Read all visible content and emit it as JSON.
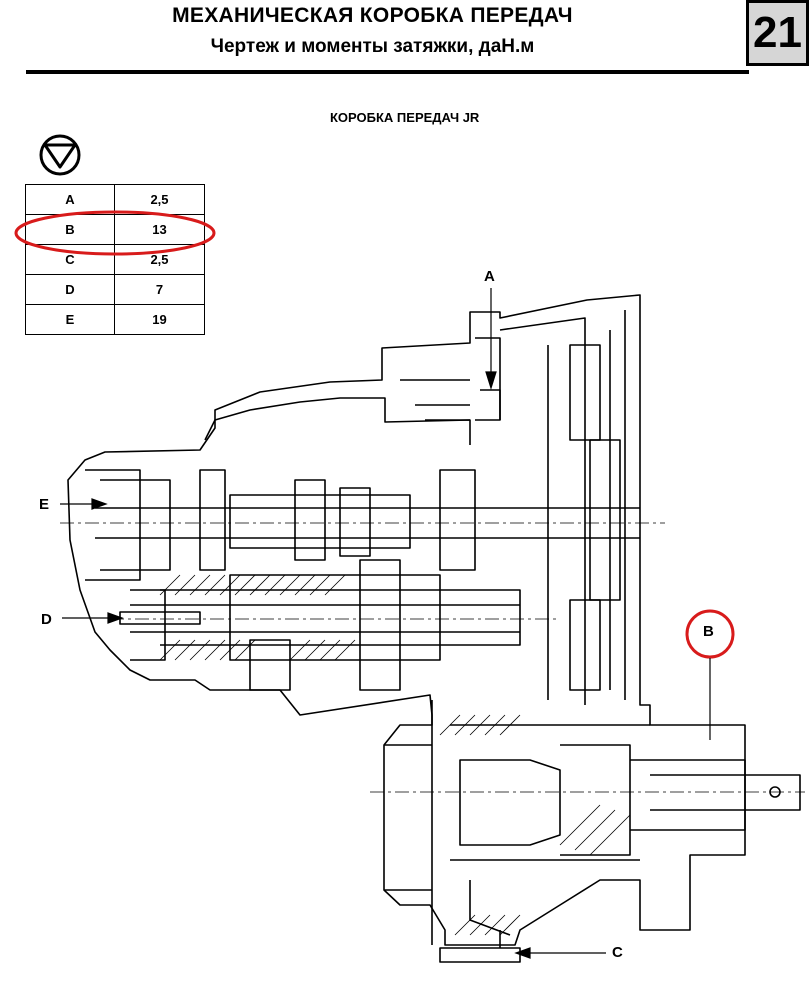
{
  "header": {
    "title": "МЕХАНИЧЕСКАЯ КОРОБКА ПЕРЕДАЧ",
    "subtitle": "Чертеж и моменты затяжки, даН.м",
    "chapter_number": "21"
  },
  "drawing": {
    "caption": "КОРОБКА ПЕРЕДАЧ JR",
    "torque_icon": "torque-wrench-symbol-icon",
    "highlight_color": "#d81b1b"
  },
  "torque_table": {
    "rows": [
      {
        "key": "A",
        "value": "2,5"
      },
      {
        "key": "B",
        "value": "13"
      },
      {
        "key": "C",
        "value": "2,5"
      },
      {
        "key": "D",
        "value": "7"
      },
      {
        "key": "E",
        "value": "19"
      }
    ],
    "highlighted_row": "B"
  },
  "callouts": {
    "a": "A",
    "b": "B",
    "c": "C",
    "d": "D",
    "e": "E"
  }
}
